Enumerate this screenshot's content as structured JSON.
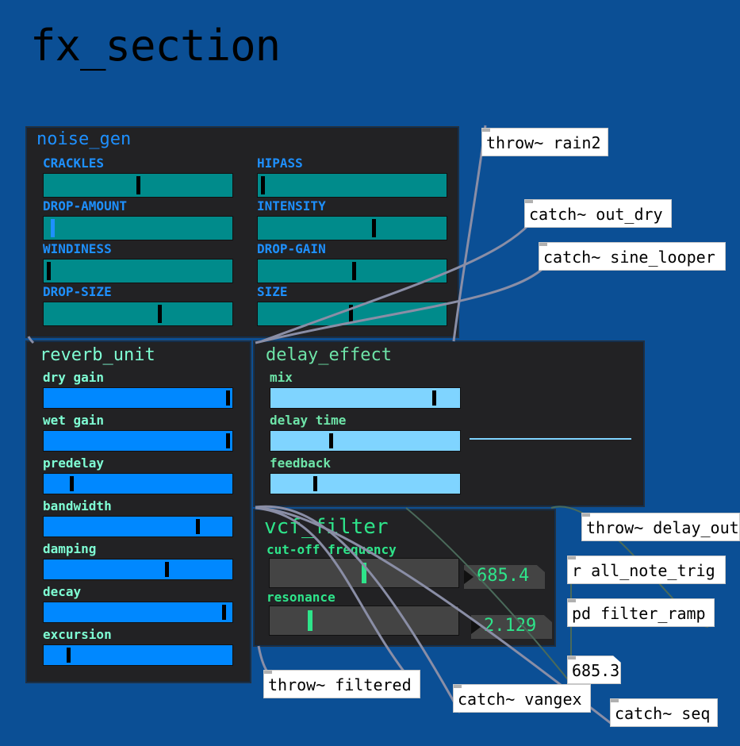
{
  "patch": {
    "title": "fx_section"
  },
  "colors": {
    "background": "#0b4f95",
    "noise_slider": "#008b8b",
    "noise_label": "#1e90ff",
    "reverb_slider": "#0088ff",
    "reverb_label": "#7fffd4",
    "delay_slider": "#7fd4ff",
    "delay_label": "#6ee4a8",
    "filter_label": "#2ee48a",
    "number_box": "#444444"
  },
  "noise_gen": {
    "title": "noise_gen",
    "params": [
      {
        "label": "CRACKLES",
        "value": 0.5
      },
      {
        "label": "HIPASS",
        "value": 0.0
      },
      {
        "label": "DROP-AMOUNT",
        "value": 0.02
      },
      {
        "label": "INTENSITY",
        "value": 0.62
      },
      {
        "label": "WINDINESS",
        "value": 0.0
      },
      {
        "label": "DROP-GAIN",
        "value": 0.51
      },
      {
        "label": "DROP-SIZE",
        "value": 0.62
      },
      {
        "label": "SIZE",
        "value": 0.49
      }
    ]
  },
  "reverb_unit": {
    "title": "reverb_unit",
    "params": [
      {
        "label": "dry gain",
        "value": 1.0
      },
      {
        "label": "wet gain",
        "value": 1.0
      },
      {
        "label": "predelay",
        "value": 0.13
      },
      {
        "label": "bandwidth",
        "value": 0.83
      },
      {
        "label": "damping",
        "value": 0.66
      },
      {
        "label": "decay",
        "value": 0.98
      },
      {
        "label": "excursion",
        "value": 0.11
      }
    ]
  },
  "delay_effect": {
    "title": "delay_effect",
    "params": [
      {
        "label": "mix",
        "value": 0.88
      },
      {
        "label": "delay time",
        "value": 0.31
      },
      {
        "label": "feedback",
        "value": 0.22
      }
    ]
  },
  "vcf_filter": {
    "title": "vcf_filter",
    "cutoff_label": "cut-off frequency",
    "cutoff_value": 0.51,
    "cutoff_number": "685.4",
    "resonance_label": "resonance",
    "resonance_value": 0.21,
    "resonance_number": "2.129"
  },
  "objects": [
    {
      "id": "throw-rain2",
      "text": "throw~ rain2"
    },
    {
      "id": "catch-out-dry",
      "text": "catch~ out_dry"
    },
    {
      "id": "catch-sine-looper",
      "text": "catch~ sine_looper"
    },
    {
      "id": "throw-delay-out",
      "text": "throw~ delay_out"
    },
    {
      "id": "r-all-note-trig",
      "text": "r all_note_trig"
    },
    {
      "id": "pd-filter-ramp",
      "text": "pd filter_ramp"
    },
    {
      "id": "number-685",
      "text": "685.3"
    },
    {
      "id": "throw-filtered",
      "text": "throw~ filtered"
    },
    {
      "id": "catch-vangex",
      "text": "catch~ vangex"
    },
    {
      "id": "catch-seq",
      "text": "catch~ seq"
    }
  ]
}
